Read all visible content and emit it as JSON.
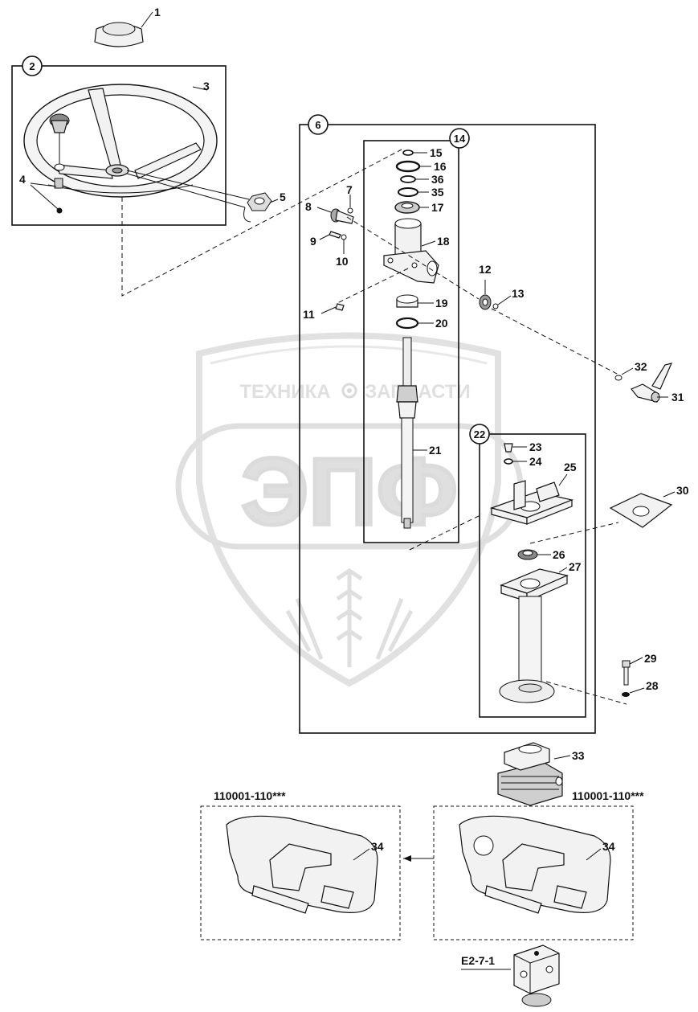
{
  "watermark": {
    "top_left": "ТЕХНИКА",
    "top_right": "ЗАПЧАСТИ",
    "main": "ЭПФ"
  },
  "callouts": {
    "c1": "1",
    "c2": "2",
    "c3": "3",
    "c4": "4",
    "c5": "5",
    "c6": "6",
    "c7": "7",
    "c8": "8",
    "c9": "9",
    "c10": "10",
    "c11": "11",
    "c12": "12",
    "c13": "13",
    "c14": "14",
    "c15": "15",
    "c16": "16",
    "c17": "17",
    "c18": "18",
    "c19": "19",
    "c20": "20",
    "c21": "21",
    "c22": "22",
    "c23": "23",
    "c24": "24",
    "c25": "25",
    "c26": "26",
    "c27": "27",
    "c28": "28",
    "c29": "29",
    "c30": "30",
    "c31": "31",
    "c32": "32",
    "c33": "33",
    "c34a": "34",
    "c34b": "34",
    "c35": "35",
    "c36": "36"
  },
  "variant_left": "110001-110***",
  "variant_right": "110001-110***",
  "reference": "E2-7-1"
}
